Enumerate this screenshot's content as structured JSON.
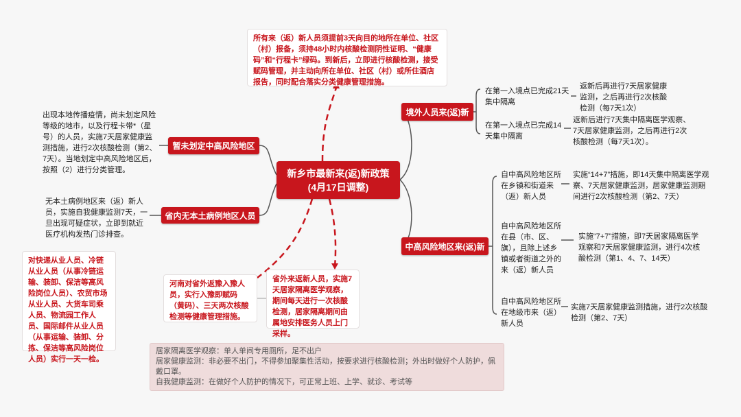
{
  "center": {
    "line1": "新乡市最新来(返)新政策",
    "line2": "(4月17日调整)"
  },
  "top_note": "所有来（返）新人员须提前3天向目的地所在单位、社区（村）报备，须持48小时内核酸检测阴性证明、“健康码”和“行程卡”绿码。到新后，立即进行核酸检测，接受赋码管理，并主动向所在单位、社区（村）或所住酒店报告，同时配合落实分类健康管理措施。",
  "overseas": {
    "label": "境外人员来(返)新",
    "items": [
      {
        "condition": "在第一入境点已完成21天集中隔离",
        "measure": "返新后再进行7天居家健康监测，之后再进行2次核酸检测（每7天1次）"
      },
      {
        "condition": "在第一入境点已完成14天集中隔离",
        "measure": "返新后进行7天集中隔离医学观察、7天居家健康监测，之后再进行2次核酸检测（每7天1次）。"
      }
    ]
  },
  "mid_high": {
    "label": "中高风险地区来(返)新",
    "items": [
      {
        "condition": "自中高风险地区所在乡镇和街道来（返）新人员",
        "measure": "实施“14+7”措施，即14天集中隔离医学观察、7天居家健康监测，居家健康监测期间进行2次核酸检测（第2、7天）"
      },
      {
        "condition": "自中高风险地区所在县（市、区、旗），且除上述乡镇或者街道之外的来（返）新人员",
        "measure": "实施“7+7”措施，即7天居家隔离医学观察和7天居家健康监测，进行4次核酸检测（第1、4、7、14天）"
      },
      {
        "condition": "自中高风险地区所在地级市来（返）新人员",
        "measure": "实施7天居家健康监测措施，进行2次核酸检测（第2、7天）"
      }
    ]
  },
  "undetermined": {
    "label": "暂未划定中高风险地区",
    "desc": "出现本地传播疫情，尚未划定风险等级的地市，以及行程卡带*（星号）的人员，实施7天居家健康监测措施，进行2次核酸检测（第2、7天）。当地划定中高风险地区后，按照（2）进行分类管理。"
  },
  "no_local": {
    "label": "省内无本土病例地区人员",
    "desc": "无本土病例地区来（返）新人员，实施自我健康监测7天，一旦出现可疑症状，立即到就近医疗机构发热门诊排查。"
  },
  "henan_note": "河南对省外返豫入豫人员，实行入豫即赋码（黄码）、三天两次核酸检测等健康管理措施。",
  "out_province_note": "省外来返新人员，实施7天居家隔离医学观察，期间每天进行一次核酸检测，居家隔离期间由属地安排医务人员上门采样。",
  "workers_note": "对快递从业人员、冷链从业人员（从事冷链运输、装卸、保洁等高风险岗位人员）、农贸市场从业人员、大货车司乘人员、物流园工作人员、国际邮件从业人员（从事运输、装卸、分拣、保洁等高风险岗位人员）实行一天一检。",
  "legend": [
    "居家隔离医学观察：单人单间专用厕所，足不出户",
    "居家健康监测：非必要不出门，不得参加聚集性活动，按要求进行核酸检测；外出时做好个人防护，佩戴口罩。",
    "自我健康监测：在做好个人防护的情况下，可正常上班、上学、就诊、考试等"
  ],
  "colors": {
    "accent": "#c8161d",
    "line": "#555555",
    "legend_bg": "#efdcdc"
  }
}
